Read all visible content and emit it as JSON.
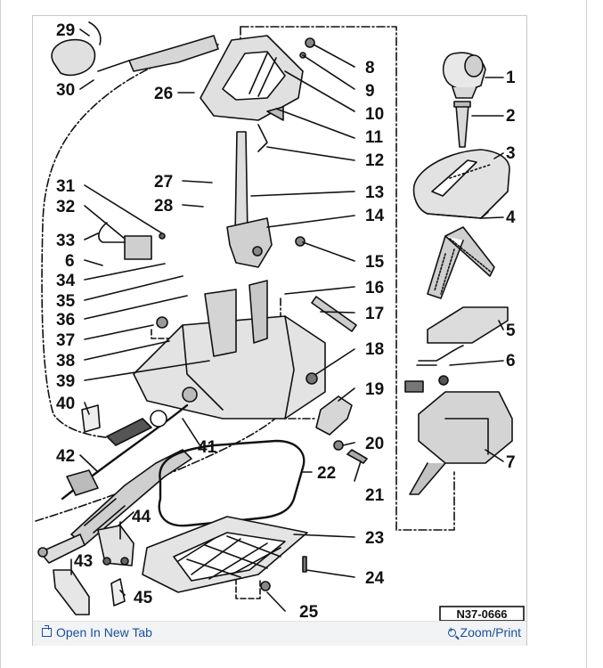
{
  "diagram": {
    "part_code": "N37-0666",
    "callouts": [
      "1",
      "2",
      "3",
      "4",
      "5",
      "6",
      "7",
      "8",
      "9",
      "10",
      "11",
      "12",
      "13",
      "14",
      "15",
      "16",
      "17",
      "18",
      "19",
      "20",
      "21",
      "22",
      "23",
      "24",
      "25",
      "26",
      "27",
      "28",
      "29",
      "30",
      "31",
      "32",
      "33",
      "6",
      "34",
      "35",
      "36",
      "37",
      "38",
      "39",
      "40",
      "41",
      "42",
      "43",
      "44",
      "45"
    ]
  },
  "toolbar": {
    "open_tab_label": "Open In New Tab",
    "zoom_label": "Zoom/Print"
  },
  "icons": {
    "open_tab": "external-window-icon",
    "zoom": "magnifier-icon"
  },
  "colors": {
    "link": "#1b4f9c",
    "bar": "#f1f3f5",
    "ink": "#111111"
  }
}
